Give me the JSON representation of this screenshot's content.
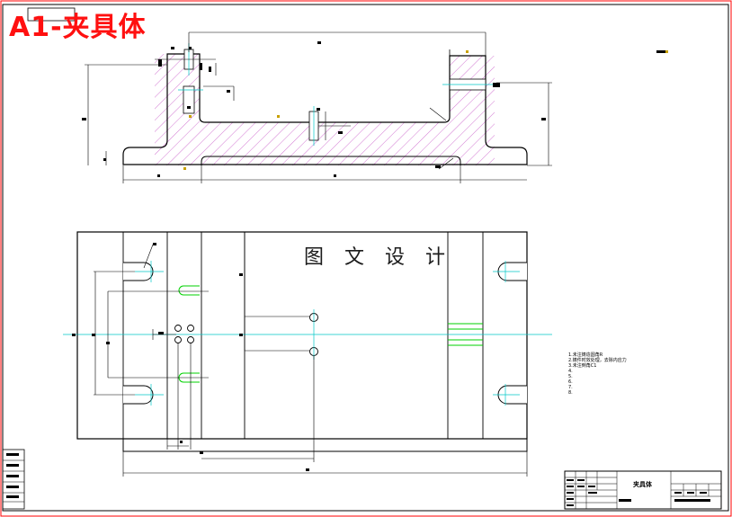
{
  "drawing": {
    "sheet_label": "A1-夹具体",
    "watermark": "图 文 设 计",
    "title_block": {
      "part_name": "夹具体"
    },
    "technical_notes": [
      "1.未注铸造圆角R",
      "2.铸件时效处理，去除内应力",
      "3.未注倒角C1",
      "4.",
      "5.",
      "6.",
      "7.",
      "8."
    ]
  },
  "colors": {
    "border": "#ff0000",
    "outline": "#000000",
    "hatch": "#c040c0",
    "centerline": "#00c8c8",
    "hole": "#00ff00",
    "annotation": "#c8a000"
  }
}
